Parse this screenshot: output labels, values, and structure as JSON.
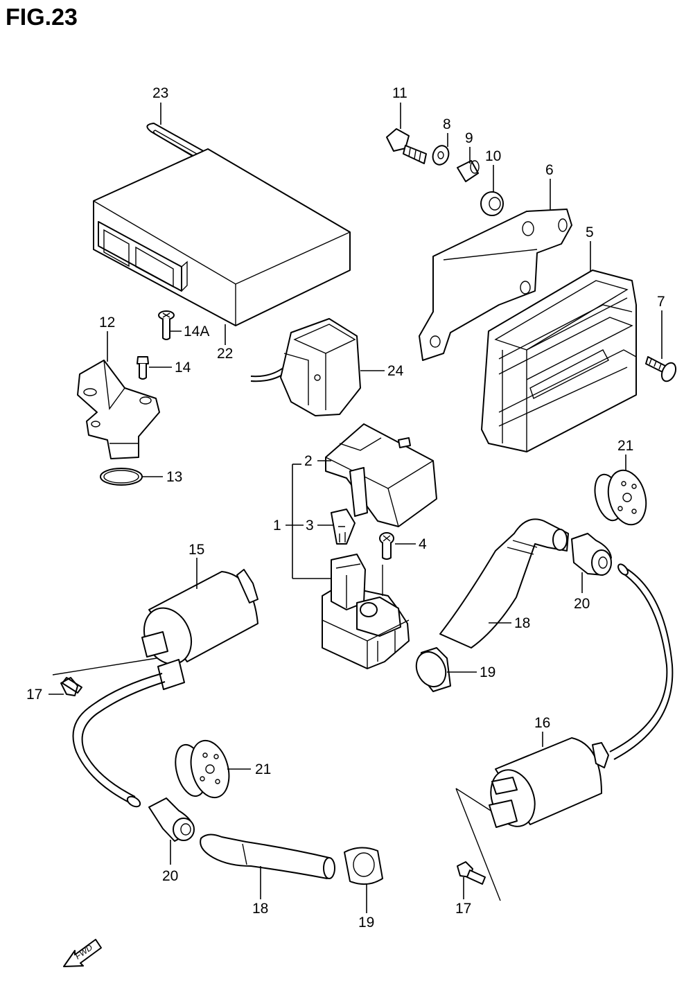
{
  "figure": {
    "title": "FIG.23",
    "fwd_label": "FWD"
  },
  "callouts": {
    "c1": "1",
    "c2": "2",
    "c3": "3",
    "c4": "4",
    "c5": "5",
    "c6": "6",
    "c7": "7",
    "c8": "8",
    "c9": "9",
    "c10": "10",
    "c11": "11",
    "c12": "12",
    "c13": "13",
    "c14": "14",
    "c14a": "14A",
    "c15": "15",
    "c16": "16",
    "c17a": "17",
    "c17b": "17",
    "c18a": "18",
    "c18b": "18",
    "c19a": "19",
    "c19b": "19",
    "c20a": "20",
    "c20b": "20",
    "c21a": "21",
    "c21b": "21",
    "c22": "22",
    "c23": "23",
    "c24": "24"
  }
}
